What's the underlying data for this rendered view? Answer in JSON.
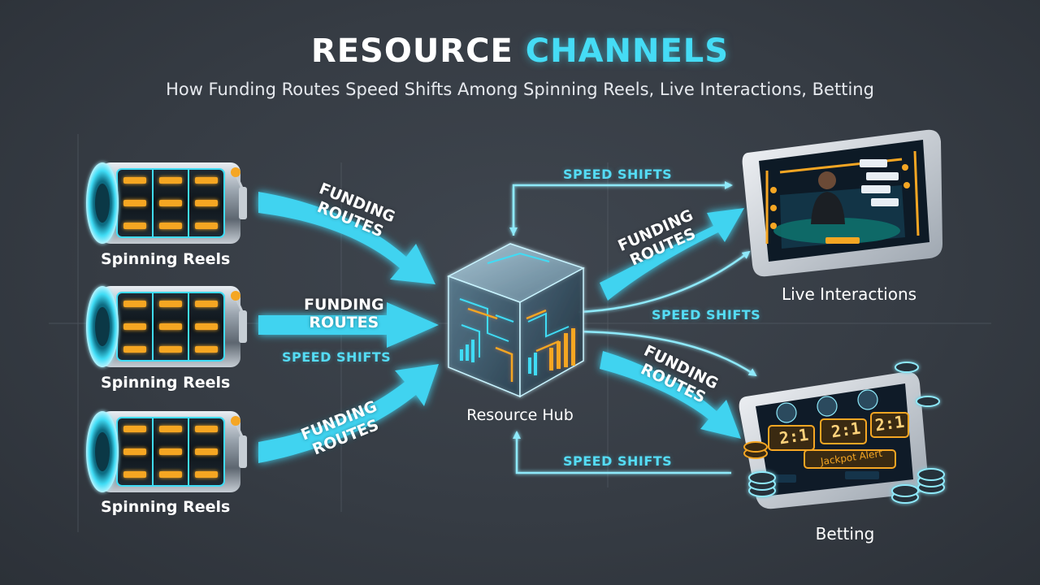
{
  "header": {
    "title_part1": "RESOURCE",
    "title_part2": "CHANNELS",
    "subtitle": "How Funding Routes Speed Shifts Among Spinning Reels, Live Interactions, Betting"
  },
  "nodes": {
    "reel_1": "Spinning Reels",
    "reel_2": "Spinning Reels",
    "reel_3": "Spinning Reels",
    "hub": "Resource Hub",
    "live": "Live Interactions",
    "betting": "Betting"
  },
  "flows": {
    "funding_line1": "FUNDING",
    "funding_line2": "ROUTES",
    "speed": "SPEED SHIFTS"
  },
  "betting_screen": {
    "odds": [
      "2:1",
      "2:1",
      "2:1"
    ],
    "alert": "Jackpot Alert"
  },
  "colors": {
    "accent_cyan": "#45dcf5",
    "accent_orange": "#f5a623",
    "background": "#363c44"
  }
}
